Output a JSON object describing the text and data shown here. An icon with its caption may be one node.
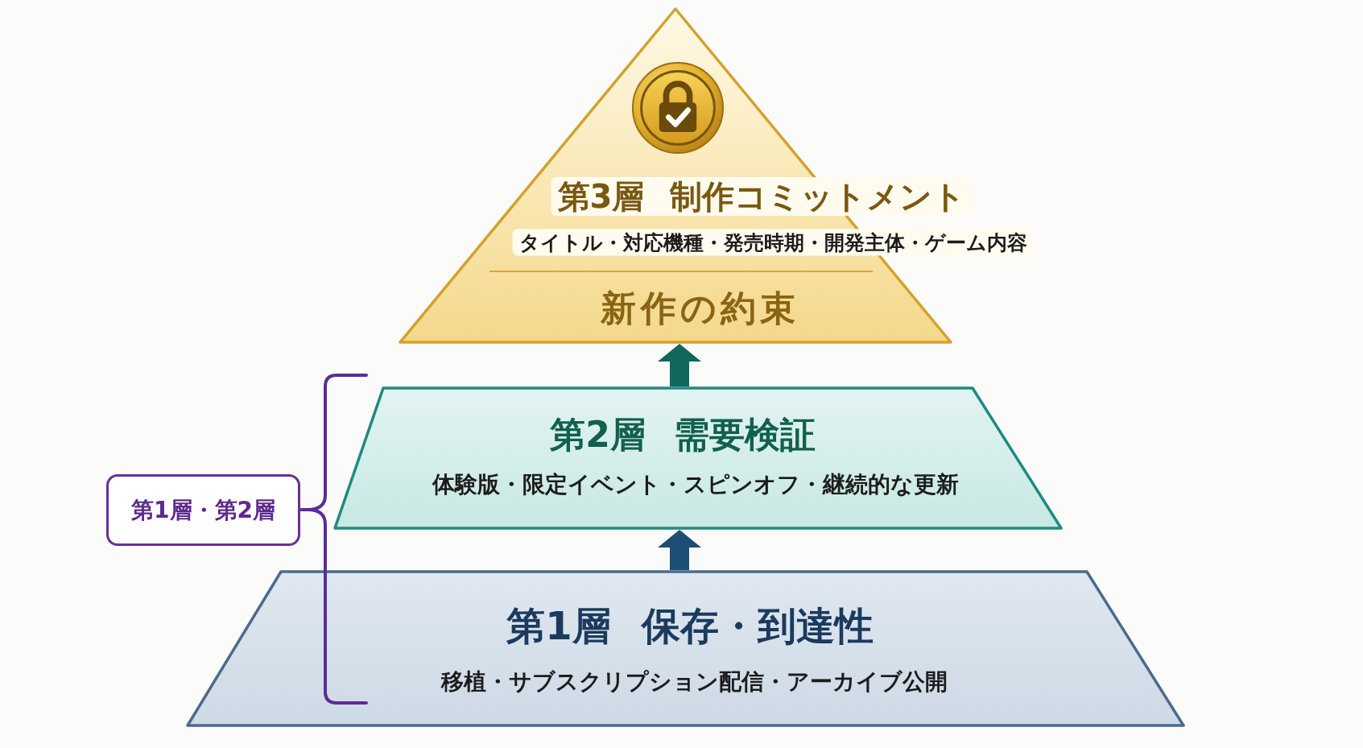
{
  "diagram": {
    "nodes": [
      {
        "text": [
          "第3層 制作コミットメント",
          "タイトル・対応機種・発売時期・開発主体・ゲーム内容",
          "新作の約束"
        ]
      },
      {
        "text": [
          "第2層 需要検証",
          "体験版・限定イベント・スピンオフ・継続的な更新"
        ]
      },
      {
        "text": [
          "第1層・第2層"
        ]
      },
      {
        "text": [
          "第1層 保存・到達性",
          "移植・サブスクリプション配信・アーカイブ公開"
        ]
      }
    ],
    "edges": [
      {
        "from": 3,
        "to": 1,
        "arrow": "to",
        "color": "#1d4e73"
      },
      {
        "from": 1,
        "to": 0,
        "arrow": "to",
        "color": "#10675c"
      }
    ]
  }
}
